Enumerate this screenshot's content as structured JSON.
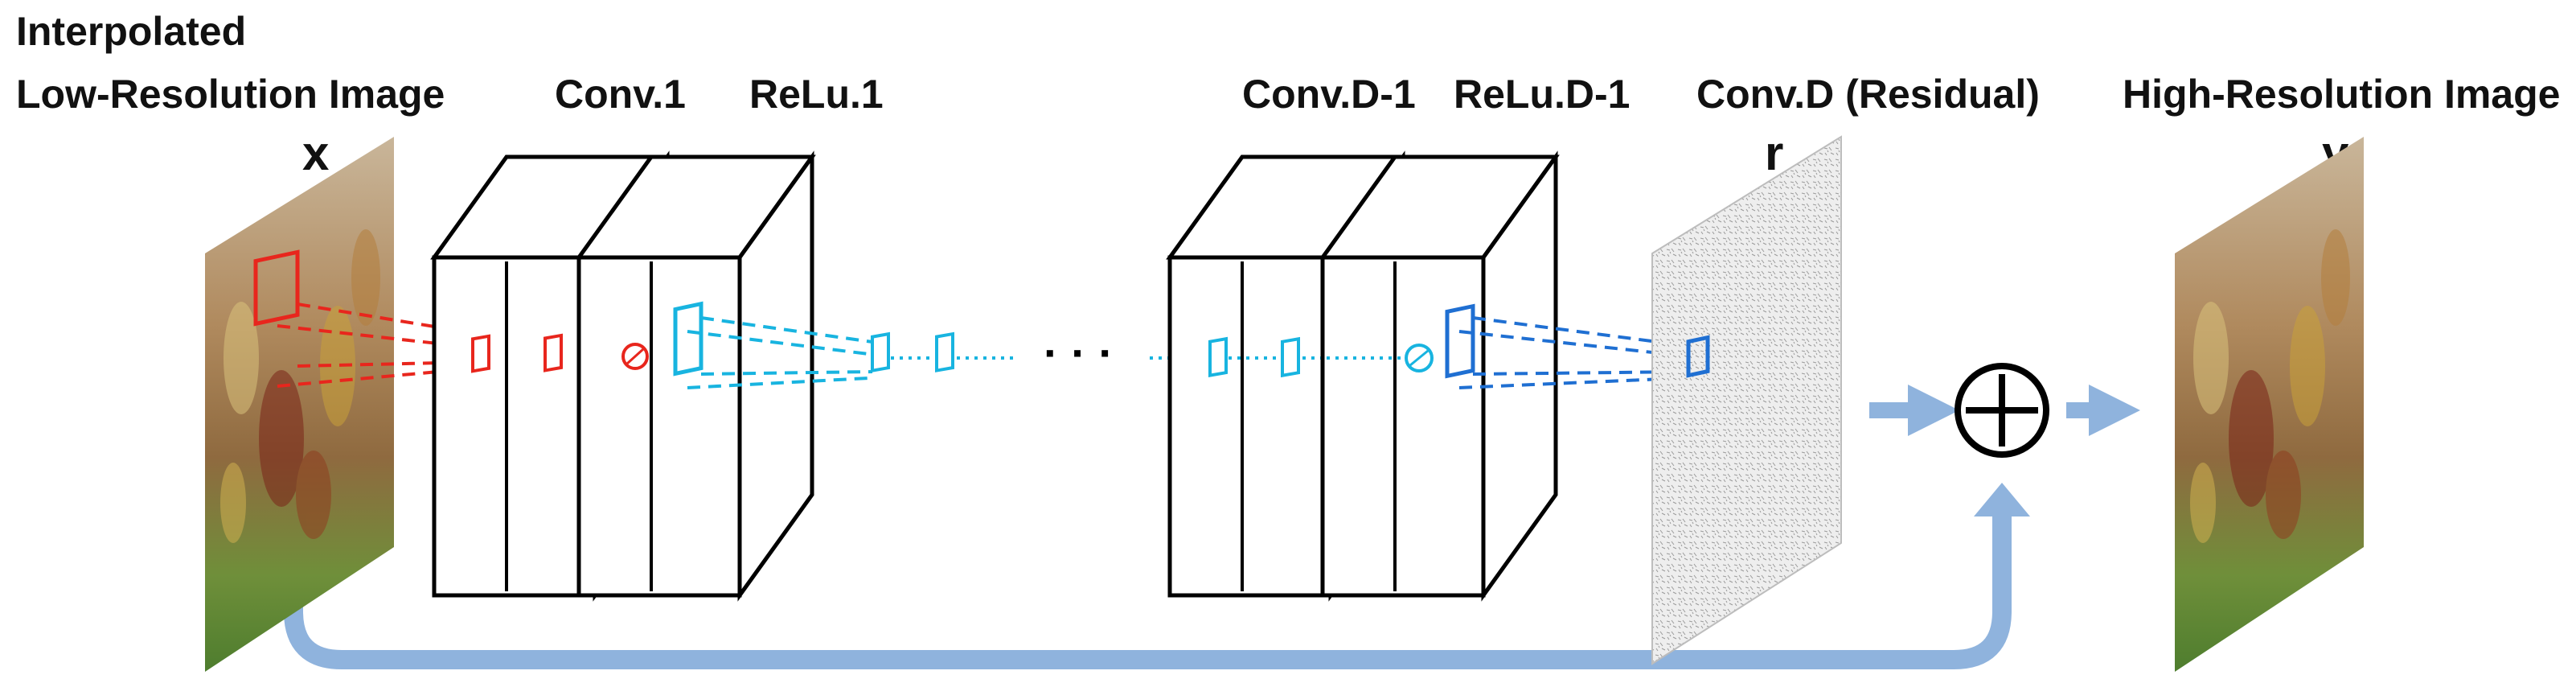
{
  "labels": {
    "input_line1": "Interpolated",
    "input_line2": "Low-Resolution Image",
    "conv1": "Conv.1",
    "relu1": "ReLu.1",
    "conv_d1": "Conv.D-1",
    "relu_d1": "ReLu.D-1",
    "conv_d": "Conv.D (Residual)",
    "output": "High-Resolution Image",
    "input_var": "x",
    "residual_var": "r",
    "output_var": "y",
    "ellipsis": "· · ·"
  },
  "colors": {
    "red": "#e8261d",
    "cyan": "#18b4e0",
    "blue": "#1f6fd2",
    "arrow": "#8fb3dd",
    "black": "#000000"
  },
  "icons": {
    "sum": "circled-plus-icon"
  }
}
